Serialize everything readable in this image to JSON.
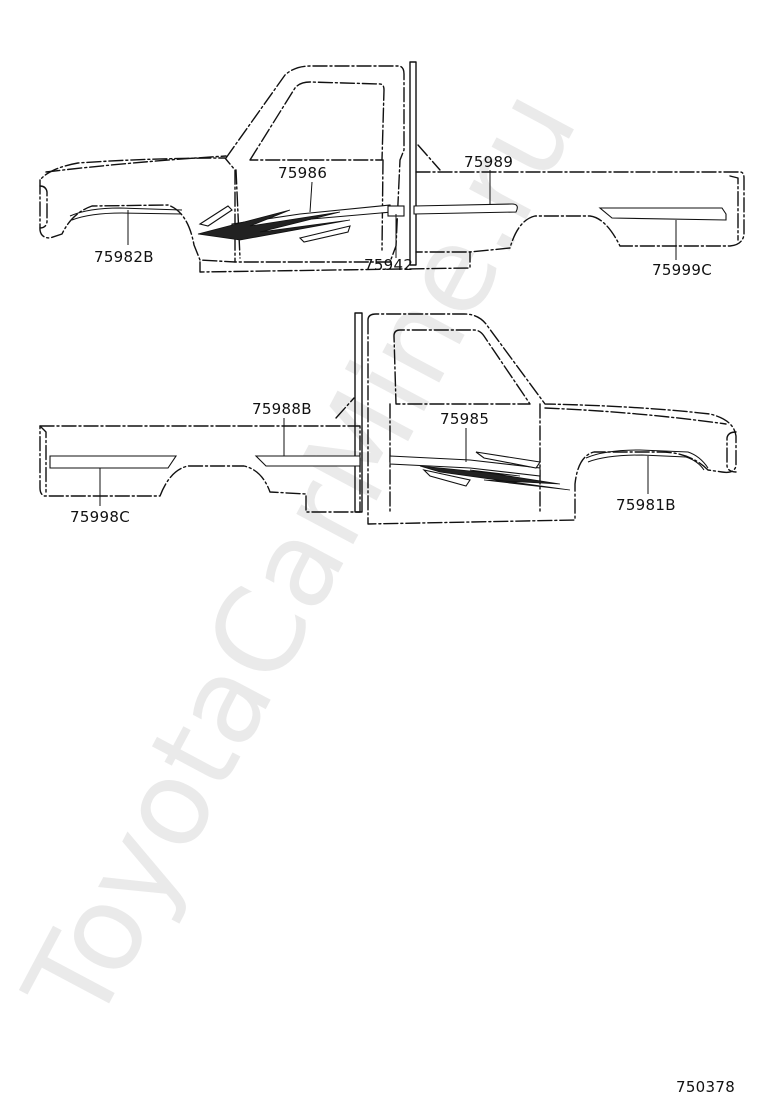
{
  "watermark": "ToyotaCarMine.ru",
  "diagram_code": "750378",
  "part_labels": {
    "p75986": "75986",
    "p75989": "75989",
    "p75982b": "75982B",
    "p75942": "75942",
    "p75999c": "75999C",
    "p75988b": "75988B",
    "p75985": "75985",
    "p75998c": "75998C",
    "p75981b": "75981B"
  }
}
